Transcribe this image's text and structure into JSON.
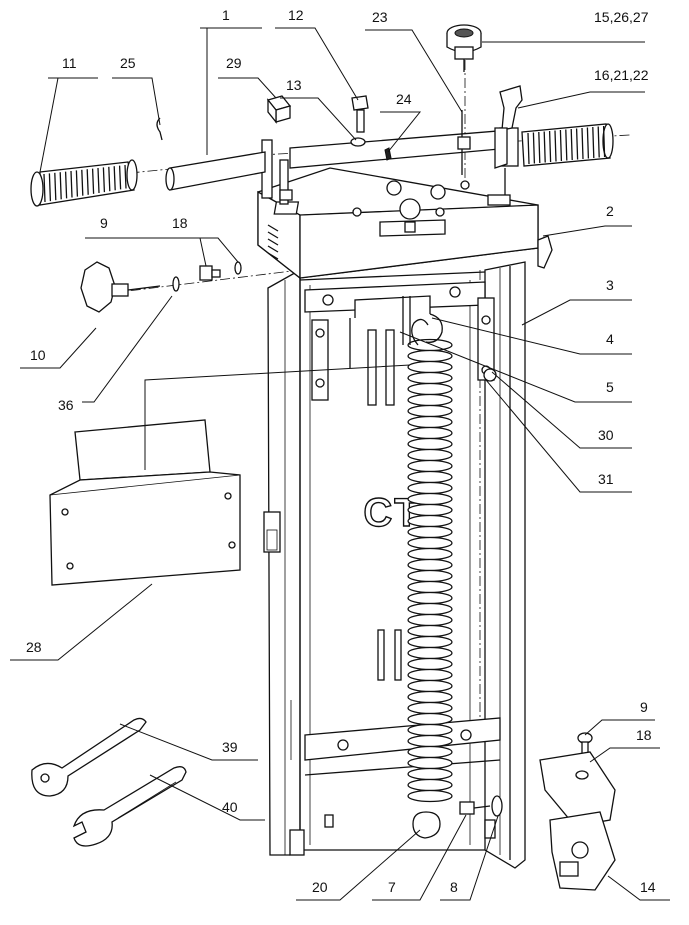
{
  "callouts": {
    "c1": "1",
    "c12": "12",
    "c23": "23",
    "c15_26_27": "15,26,27",
    "c11": "11",
    "c25": "25",
    "c29": "29",
    "c13": "13",
    "c24": "24",
    "c16_21_22": "16,21,22",
    "c2": "2",
    "c9_top": "9",
    "c18_top": "18",
    "c3": "3",
    "c10": "10",
    "c4": "4",
    "c5": "5",
    "c36": "36",
    "c30": "30",
    "c31": "31",
    "c28": "28",
    "c9_bottom": "9",
    "c18_bottom": "18",
    "c39": "39",
    "c40": "40",
    "c20": "20",
    "c7": "7",
    "c8": "8",
    "c14": "14"
  },
  "frame_lettering": "CT"
}
